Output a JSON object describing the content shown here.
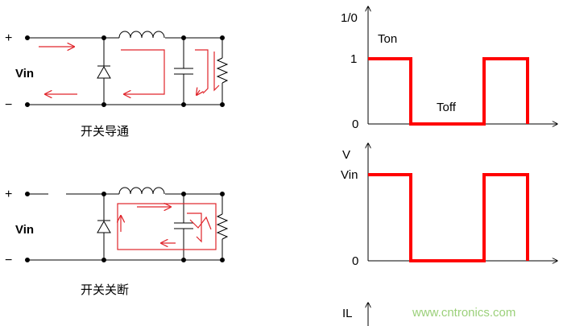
{
  "circuits": {
    "on": {
      "caption": "开关导通",
      "plus": "+",
      "minus": "−",
      "vin": "Vin"
    },
    "off": {
      "caption": "开关关断",
      "plus": "+",
      "minus": "−",
      "vin": "Vin"
    }
  },
  "waveforms": {
    "switch": {
      "y_axis_label": "1/0",
      "tick_high": "1",
      "tick_zero": "0",
      "label_on": "Ton",
      "label_off": "Toff"
    },
    "voltage": {
      "y_axis_label": "V",
      "tick_high": "Vin",
      "tick_zero": "0"
    },
    "current": {
      "y_axis_label": "IL"
    }
  },
  "watermark": "www.cntronics.com",
  "colors": {
    "wire": "#000000",
    "current_path": "#e0242a",
    "pulse": "#ff0000",
    "watermark": "#9bd07a"
  }
}
